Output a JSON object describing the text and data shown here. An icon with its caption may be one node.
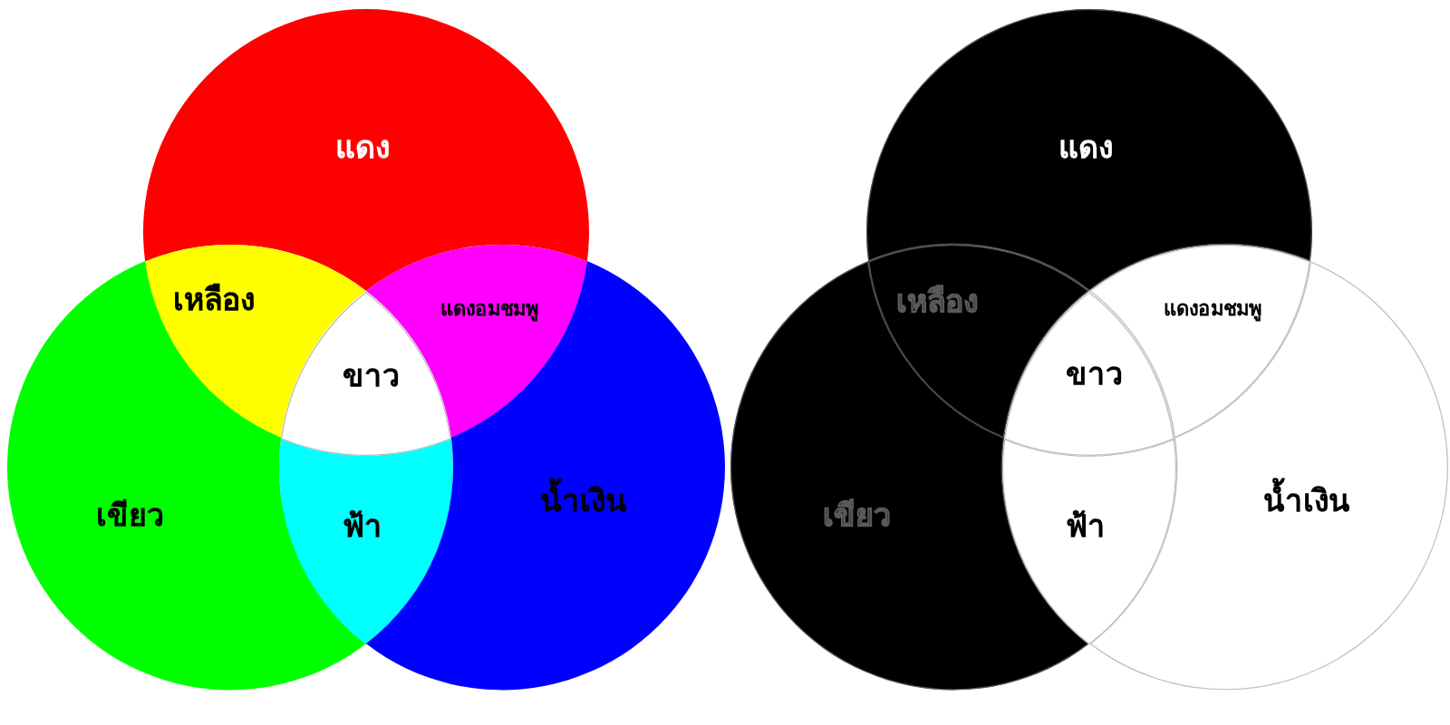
{
  "diagram": {
    "nodes": [
      {
        "text": [
          "แดง"
        ]
      },
      {
        "text": [
          "เหลือง"
        ]
      },
      {
        "text": [
          "แดงอมชมพู"
        ]
      },
      {
        "text": [
          "ขาว"
        ]
      },
      {
        "text": [
          "เขียว"
        ]
      },
      {
        "text": [
          "ฟ้า"
        ]
      },
      {
        "text": [
          "น้ำเงิน"
        ]
      },
      {
        "text": [
          "แดง"
        ]
      },
      {
        "text": [
          "เหลือง"
        ]
      },
      {
        "text": [
          "แดงอมชมพู"
        ]
      },
      {
        "text": [
          "ขาว"
        ]
      },
      {
        "text": [
          "เขียว"
        ]
      },
      {
        "text": [
          "ฟ้า"
        ]
      },
      {
        "text": [
          "น้ำเงิน"
        ]
      }
    ]
  }
}
